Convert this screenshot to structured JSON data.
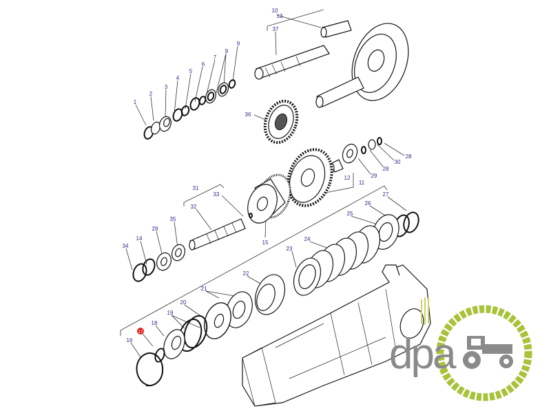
{
  "diagram": {
    "type": "exploded parts diagram",
    "highlighted_part": "17",
    "highlight_color": "#e02020",
    "label_color": "#2a2a8a"
  },
  "labels": {
    "p10": "10",
    "p13": "13",
    "p37": "37",
    "p9": "9",
    "p8": "8",
    "p7": "7",
    "p6": "6",
    "p5": "5",
    "p4": "4",
    "p3": "3",
    "p2": "2",
    "p1": "1",
    "p36": "36",
    "p28a": "28",
    "p30": "30",
    "p28b": "28",
    "p29a": "29",
    "p12": "12",
    "p11": "11",
    "p27": "27",
    "p26": "26",
    "p25": "25",
    "p31": "31",
    "p33": "33",
    "p32": "32",
    "p35": "35",
    "p29b": "29",
    "p14": "14",
    "p34": "34",
    "p15": "15",
    "p24": "24",
    "p23": "23",
    "p22": "22",
    "p21": "21",
    "p20": "20",
    "p19": "19",
    "p18": "18",
    "p17": "17",
    "p16": "16"
  },
  "logo": {
    "text": "dpa",
    "gear_color": "#a8c23a",
    "text_color": "#8a8a8a"
  }
}
